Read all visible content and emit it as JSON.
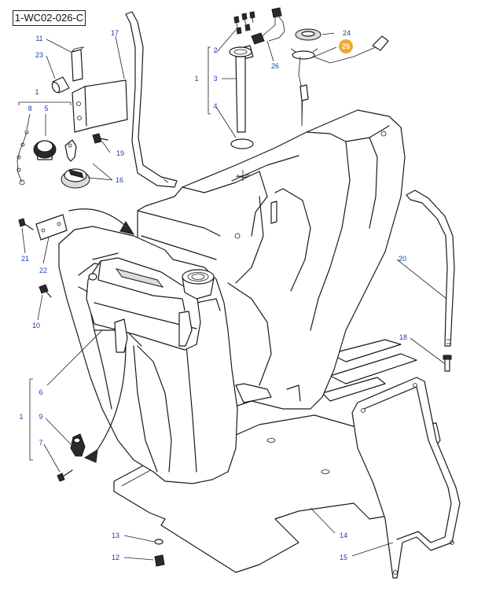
{
  "diagram": {
    "code": "1-WC02-026-C",
    "callouts": {
      "c1_top": "1",
      "c1_cap": "1",
      "c1_bottom": "1",
      "c2": "2",
      "c3": "3",
      "c4": "4",
      "c5": "5",
      "c6": "6",
      "c7": "7",
      "c8": "8",
      "c9": "9",
      "c10": "10",
      "c11": "11",
      "c12": "12",
      "c13": "13",
      "c14": "14",
      "c15": "15",
      "c16": "16",
      "c17": "17",
      "c18": "18",
      "c19": "19",
      "c20": "20",
      "c21": "21",
      "c22": "22",
      "c23": "23",
      "c24": "24",
      "c25": "25",
      "c26": "26"
    },
    "highlight_color": "#f0a92c",
    "callout_color": "#1a3fb0"
  }
}
